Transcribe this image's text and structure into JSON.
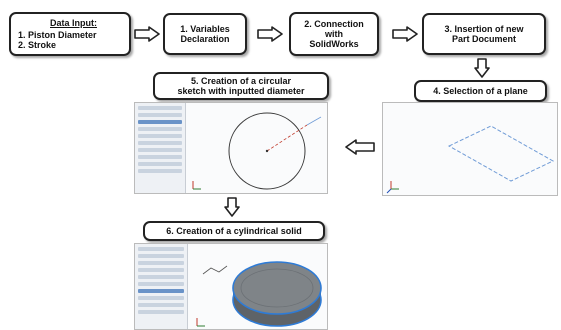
{
  "input": {
    "title": "Data Input:",
    "items": [
      "1. Piston Diameter",
      "2. Stroke"
    ]
  },
  "steps": [
    {
      "line1": "1. Variables",
      "line2": "Declaration",
      "line3": ""
    },
    {
      "line1": "2. Connection",
      "line2": "with",
      "line3": "SolidWorks"
    },
    {
      "line1": "3. Insertion of new",
      "line2": "Part Document",
      "line3": ""
    },
    {
      "line1": "4. Selection of a plane",
      "line2": "",
      "line3": ""
    },
    {
      "line1": "5. Creation of a circular",
      "line2": "sketch with inputted diameter",
      "line3": ""
    },
    {
      "line1": "6. Creation of a cylindrical solid",
      "line2": "",
      "line3": ""
    }
  ],
  "colors": {
    "border": "#222222",
    "arrow": "#222222",
    "sketch_line": "#3a3a3a",
    "cylinder_top": "#7f8488",
    "cylinder_side": "#5e6368",
    "cylinder_edge": "#2e7bd6",
    "plane_outline": "#6f9bd6"
  },
  "screenshots": [
    {
      "name": "plane-selection-screenshot",
      "content": "plane"
    },
    {
      "name": "circle-sketch-screenshot",
      "content": "circle"
    },
    {
      "name": "cylinder-solid-screenshot",
      "content": "cylinder"
    }
  ]
}
